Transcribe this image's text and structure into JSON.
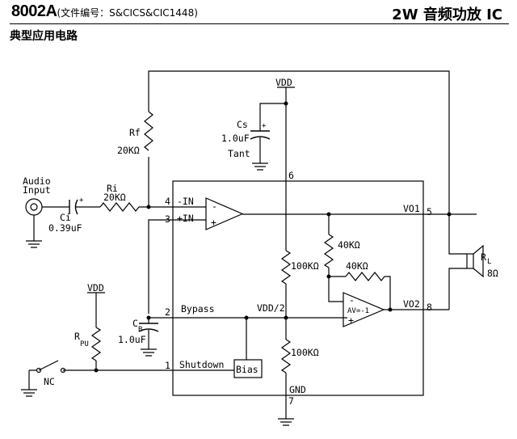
{
  "header": {
    "part_number": "8002A",
    "doc_code": "(文件编号：S&CICS&CIC1448)",
    "product": "2W 音频功放 IC"
  },
  "section_title": "典型应用电路",
  "diagram": {
    "vdd_top": "VDD",
    "cs_name": "Cs",
    "cs_value": "1.0uF",
    "cs_type": "Tant",
    "cap_plus": "+",
    "rf_name": "Rf",
    "rf_value": "20KΩ",
    "ri_name": "Ri",
    "ri_value": "20KΩ",
    "ci_name": "Ci",
    "ci_value": "0.39uF",
    "audio_label_1": "Audio",
    "audio_label_2": "Input",
    "vdd_left": "VDD",
    "rpu_name": "R",
    "rpu_sub": "PU",
    "cb_name": "C",
    "cb_sub": "B",
    "cb_value": "1.0uF",
    "nc_label": "NC",
    "pin_4": "4",
    "pin_3": "3",
    "pin_2": "2",
    "pin_1": "1",
    "pin_6": "6",
    "pin_5": "5",
    "pin_8": "8",
    "pin_7": "7",
    "label_in_minus": "-IN",
    "label_in_plus": "+IN",
    "label_bypass": "Bypass",
    "label_shutdown": "Shutdown",
    "label_bias": "Bias",
    "label_vdd_half": "VDD/2",
    "label_gnd": "GND",
    "label_vo1": "VO1",
    "label_vo2": "VO2",
    "r_internal_upper": "100KΩ",
    "r_internal_lower": "100KΩ",
    "r_40k_vertical": "40KΩ",
    "r_40k_feedback": "40KΩ",
    "opamp1_minus": "-",
    "opamp1_plus": "+",
    "opamp2_minus": "-",
    "opamp2_plus": "+",
    "opamp2_gain": "AV=-1",
    "rl_name": "R",
    "rl_sub": "L",
    "rl_value": "8Ω"
  }
}
